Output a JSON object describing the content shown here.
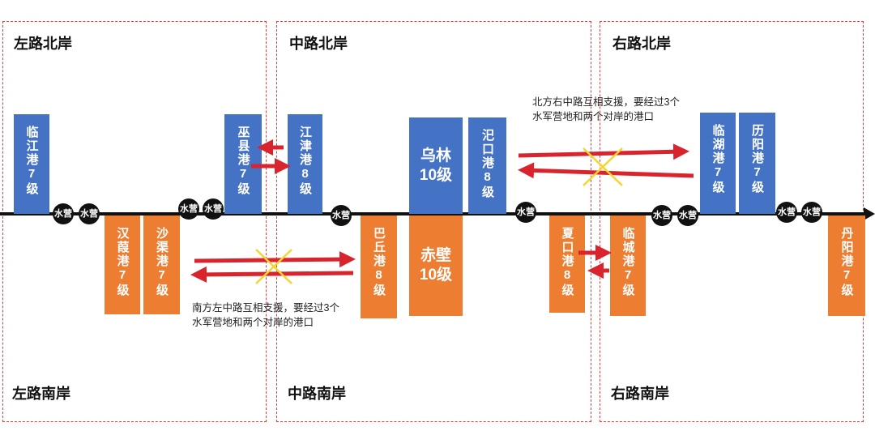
{
  "regions": {
    "left_north": "左路北岸",
    "mid_north": "中路北岸",
    "right_north": "右路北岸",
    "left_south": "左路南岸",
    "mid_south": "中路南岸",
    "right_south": "右路南岸"
  },
  "ports": {
    "linjiang": "临江港7级",
    "wuxian": "巫县港7级",
    "jiangjin": "江津港8级",
    "sikou": "汜口港8级",
    "linhu": "临湖港7级",
    "liyang": "历阳港7级",
    "hanling": "汉葭港7级",
    "shaqu": "沙渠港7级",
    "baqiu": "巴丘港8级",
    "xiakou": "夏口港8级",
    "lincheng": "临城港7级",
    "danyang": "丹阳港7级"
  },
  "big_ports": {
    "wulin_name": "乌林",
    "wulin_level": "10级",
    "chibi_name": "赤壁",
    "chibi_level": "10级"
  },
  "camp_label": "水营",
  "notes": {
    "north": [
      "北方右中路互相支援，要经过3个",
      "水军营地和两个对岸的港口"
    ],
    "south": [
      "南方左中路互相支援，要经过3个",
      "水军营地和两个对岸的港口"
    ]
  },
  "colors": {
    "north_port": "#4472c4",
    "south_port": "#ed7d31",
    "border": "#e23b3b",
    "arrow": "#d9232d",
    "cross": "#f5d532"
  }
}
